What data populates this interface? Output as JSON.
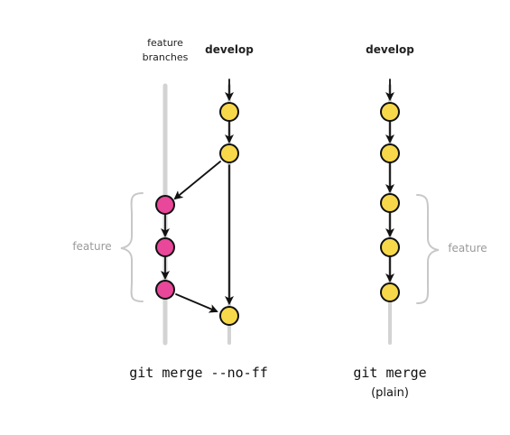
{
  "labels": {
    "feature_branches_line1": "feature",
    "feature_branches_line2": "branches",
    "develop_left": "develop",
    "develop_right": "develop",
    "feature_left": "feature",
    "feature_right": "feature",
    "cmd_noff": "git merge --no-ff",
    "cmd_plain": "git merge",
    "cmd_plain_note": "(plain)"
  },
  "colors": {
    "develop_commit": "#f7d84a",
    "feature_commit": "#e9479a",
    "branch_line": "#d3d3d3",
    "arrow": "#111111",
    "brace": "#c8c8c8"
  },
  "commits": {
    "noff_develop_count": 3,
    "noff_feature_count": 3,
    "plain_develop_count": 5
  }
}
